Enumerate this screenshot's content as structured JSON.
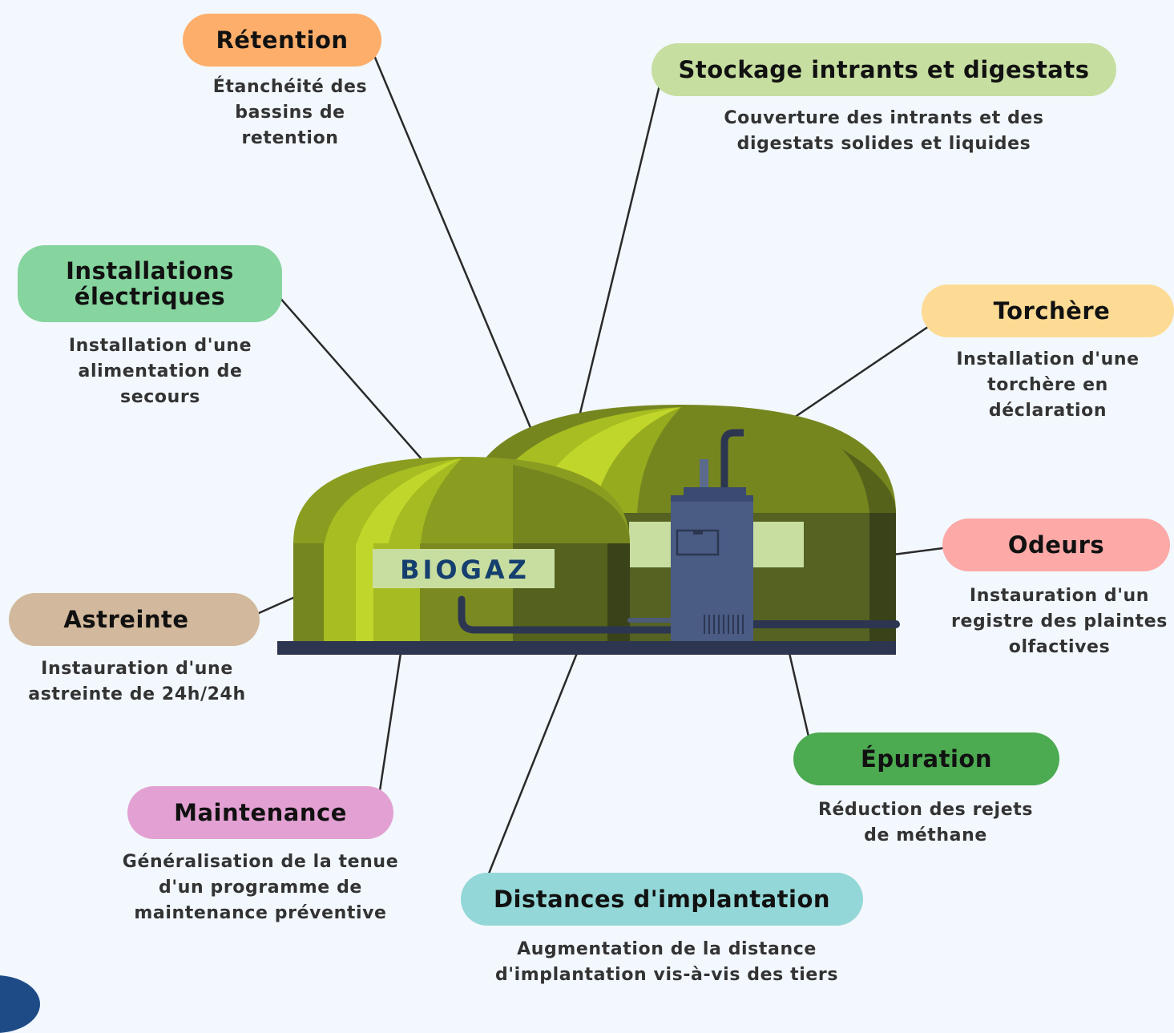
{
  "center_label": "BIOGAZ",
  "items": [
    {
      "key": "retention",
      "title": "Rétention",
      "desc": "Étanchéité des bassins de retention",
      "color": "#fdae6b"
    },
    {
      "key": "stockage",
      "title": "Stockage intrants et digestats",
      "desc": "Couverture des intrants et des digestats solides et liquides",
      "color": "#c6dea0"
    },
    {
      "key": "installations",
      "title": "Installations électriques",
      "desc": "Installation d'une alimentation de secours",
      "color": "#86d49e"
    },
    {
      "key": "torchere",
      "title": "Torchère",
      "desc": "Installation d'une torchère en déclaration",
      "color": "#fedb94"
    },
    {
      "key": "odeurs",
      "title": "Odeurs",
      "desc": "Instauration d'un registre des plaintes olfactives",
      "color": "#fca9a8"
    },
    {
      "key": "astreinte",
      "title": "Astreinte",
      "desc": "Instauration d'une astreinte de 24h/24h",
      "color": "#d2b89c"
    },
    {
      "key": "epuration",
      "title": "Épuration",
      "desc": "Réduction des rejets de méthane",
      "color": "#4caa51"
    },
    {
      "key": "maintenance",
      "title": "Maintenance",
      "desc": "Généralisation de la tenue d'un programme de maintenance préventive",
      "color": "#e3a1d3"
    },
    {
      "key": "distances",
      "title": "Distances d'implantation",
      "desc": "Augmentation de la distance d'implantation vis-à-vis des tiers",
      "color": "#93d7d8"
    }
  ]
}
